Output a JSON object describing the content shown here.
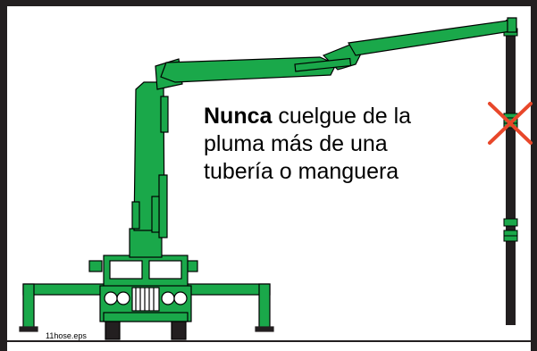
{
  "warning": {
    "emphasis": "Nunca",
    "line1_rest": " cuelgue de la",
    "line2": "pluma más de una",
    "line3": "tubería o manguera"
  },
  "filename": "11hose.eps",
  "colors": {
    "machine_green": "#1aa84a",
    "outline": "#000000",
    "cross_red": "#e8472a",
    "frame": "#231f20"
  },
  "icons": {
    "cross": "x-cross-icon"
  }
}
